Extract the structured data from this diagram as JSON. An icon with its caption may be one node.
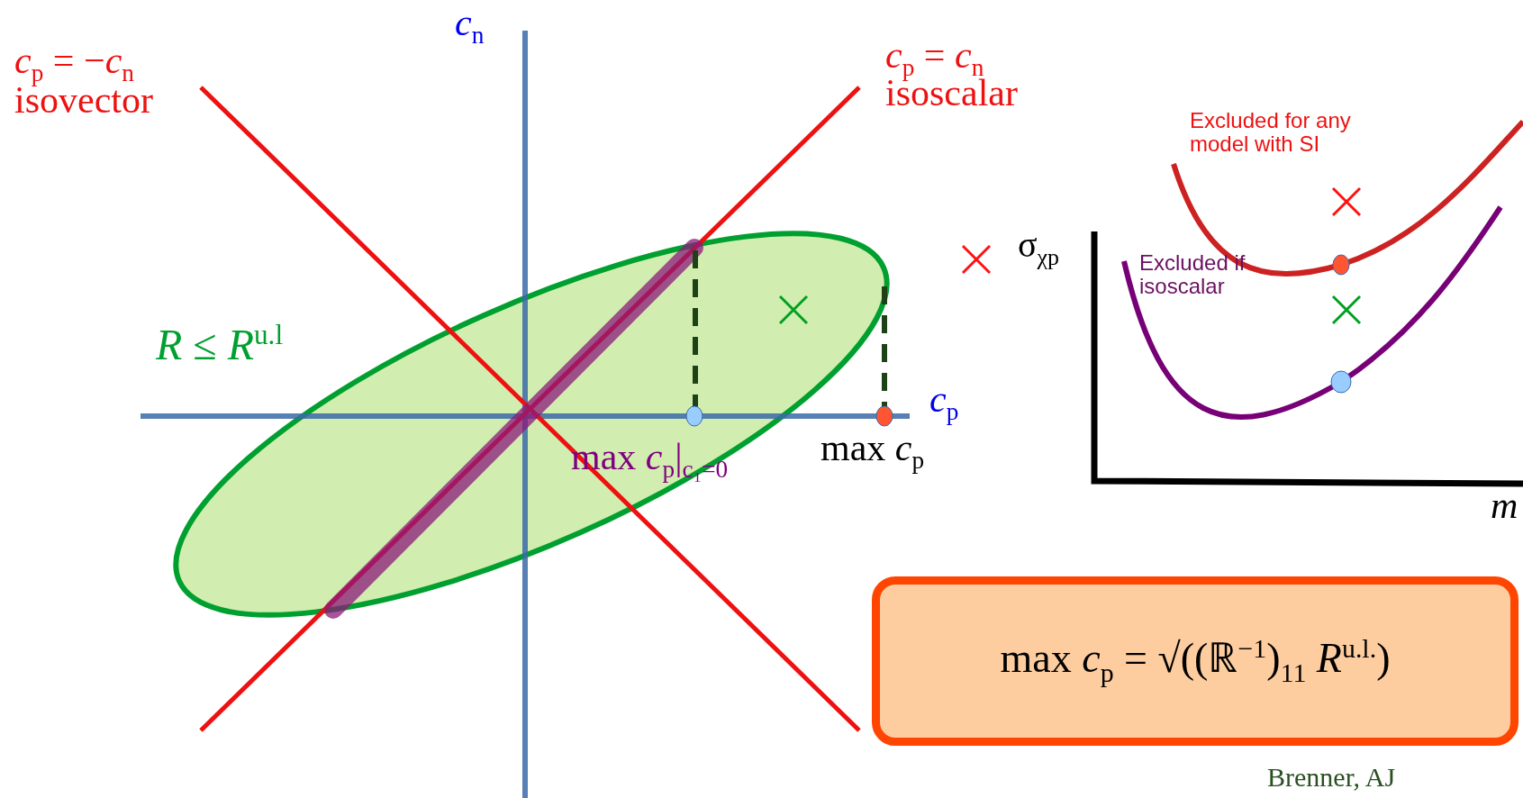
{
  "diagram": {
    "nodes": [
      {
        "text": [
          "max *c*$_{p}$ = √((ℝ$^{−1}$)$_{11}$ *R*$^{u.l.}$)"
        ]
      }
    ],
    "labels": [
      "*c*$_{n}$",
      "*c*$_{p}$ = −*c*$_{n}$",
      "isovector",
      "*c*$_{p}$ = *c*$_{n}$",
      "isoscalar",
      "*R* ≤ *R*$^{u.l}$",
      "Excluded for any model with SI",
      "σ$_{χp}$",
      "Excluded if isoscalar",
      "*c*$_{p}$",
      "max *c*$_{p}$|$_{c₁=0}$",
      "max *c*$_{p}$",
      "*m*",
      "Brenner, AJ"
    ]
  }
}
